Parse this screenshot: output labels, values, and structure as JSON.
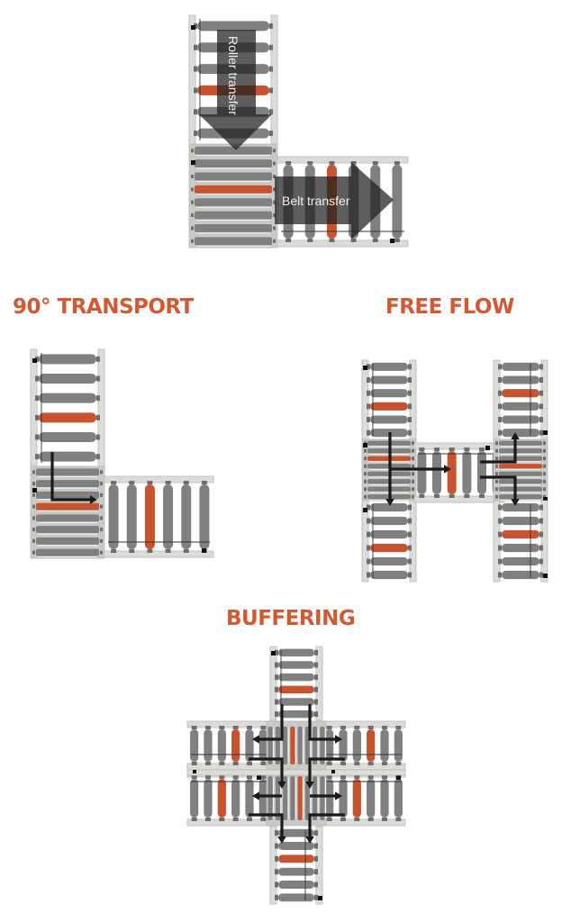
{
  "colors": {
    "accent": "#d15a34",
    "frame": "#dcdcd8",
    "frame_stroke": "#b8b8b4",
    "roller": "#808080",
    "roller_end": "#6e6e6e",
    "roller_highlight": "#c8532f",
    "belt_zone": "#c9c9c6",
    "arrow": "#1a1a1a",
    "big_arrow": "#1e1e1e",
    "sensor": "#111111"
  },
  "diagram_top": {
    "labels": {
      "roller_transfer": "Roller transfer",
      "belt_transfer": "Belt transfer"
    }
  },
  "sections": {
    "transport_90": {
      "title": "90° TRANSPORT"
    },
    "free_flow": {
      "title": "FREE FLOW"
    },
    "buffering": {
      "title": "BUFFERING"
    }
  }
}
